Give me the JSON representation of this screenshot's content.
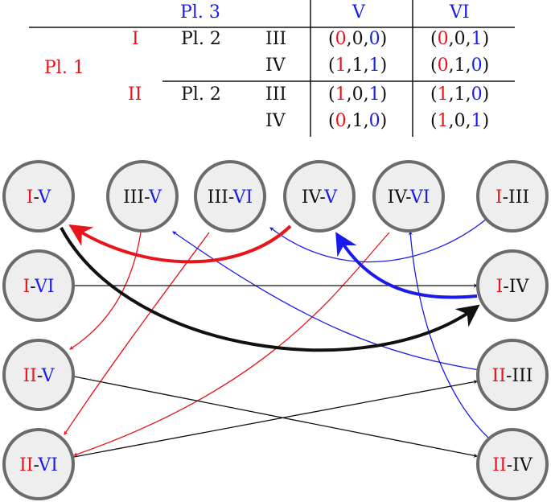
{
  "table": {
    "header_player3": "Pl. 3",
    "header_V": "V",
    "header_VI": "VI",
    "pl1": "Pl. 1",
    "row_I": "I",
    "row_II": "II",
    "pl2_a": "Pl. 2",
    "pl2_b": "Pl. 2",
    "III_a": "III",
    "IV_a": "IV",
    "III_b": "III",
    "IV_b": "IV",
    "cells": [
      {
        "V": [
          "0",
          "0",
          "0"
        ],
        "VI": [
          "0",
          "0",
          "1"
        ]
      },
      {
        "V": [
          "1",
          "1",
          "1"
        ],
        "VI": [
          "0",
          "1",
          "0"
        ]
      },
      {
        "V": [
          "1",
          "0",
          "1"
        ],
        "VI": [
          "1",
          "1",
          "0"
        ]
      },
      {
        "V": [
          "0",
          "1",
          "0"
        ],
        "VI": [
          "1",
          "0",
          "1"
        ]
      }
    ]
  },
  "nodes": {
    "I_V": {
      "a": "I",
      "b": "V"
    },
    "III_V": {
      "a": "III",
      "b": "V"
    },
    "III_VI": {
      "a": "III",
      "b": "VI"
    },
    "IV_V": {
      "a": "IV",
      "b": "V"
    },
    "IV_VI": {
      "a": "IV",
      "b": "VI"
    },
    "I_III": {
      "a": "I",
      "b": "III"
    },
    "I_VI": {
      "a": "I",
      "b": "VI"
    },
    "I_IV": {
      "a": "I",
      "b": "IV"
    },
    "II_V": {
      "a": "II",
      "b": "V"
    },
    "II_III": {
      "a": "II",
      "b": "III"
    },
    "II_VI": {
      "a": "II",
      "b": "VI"
    },
    "II_IV": {
      "a": "II",
      "b": "IV"
    }
  },
  "colors": {
    "red": "#e8131b",
    "blue": "#1a1aea",
    "black": "#111111",
    "node_fill": "#eeeeee",
    "node_stroke": "#6b6b6b"
  }
}
